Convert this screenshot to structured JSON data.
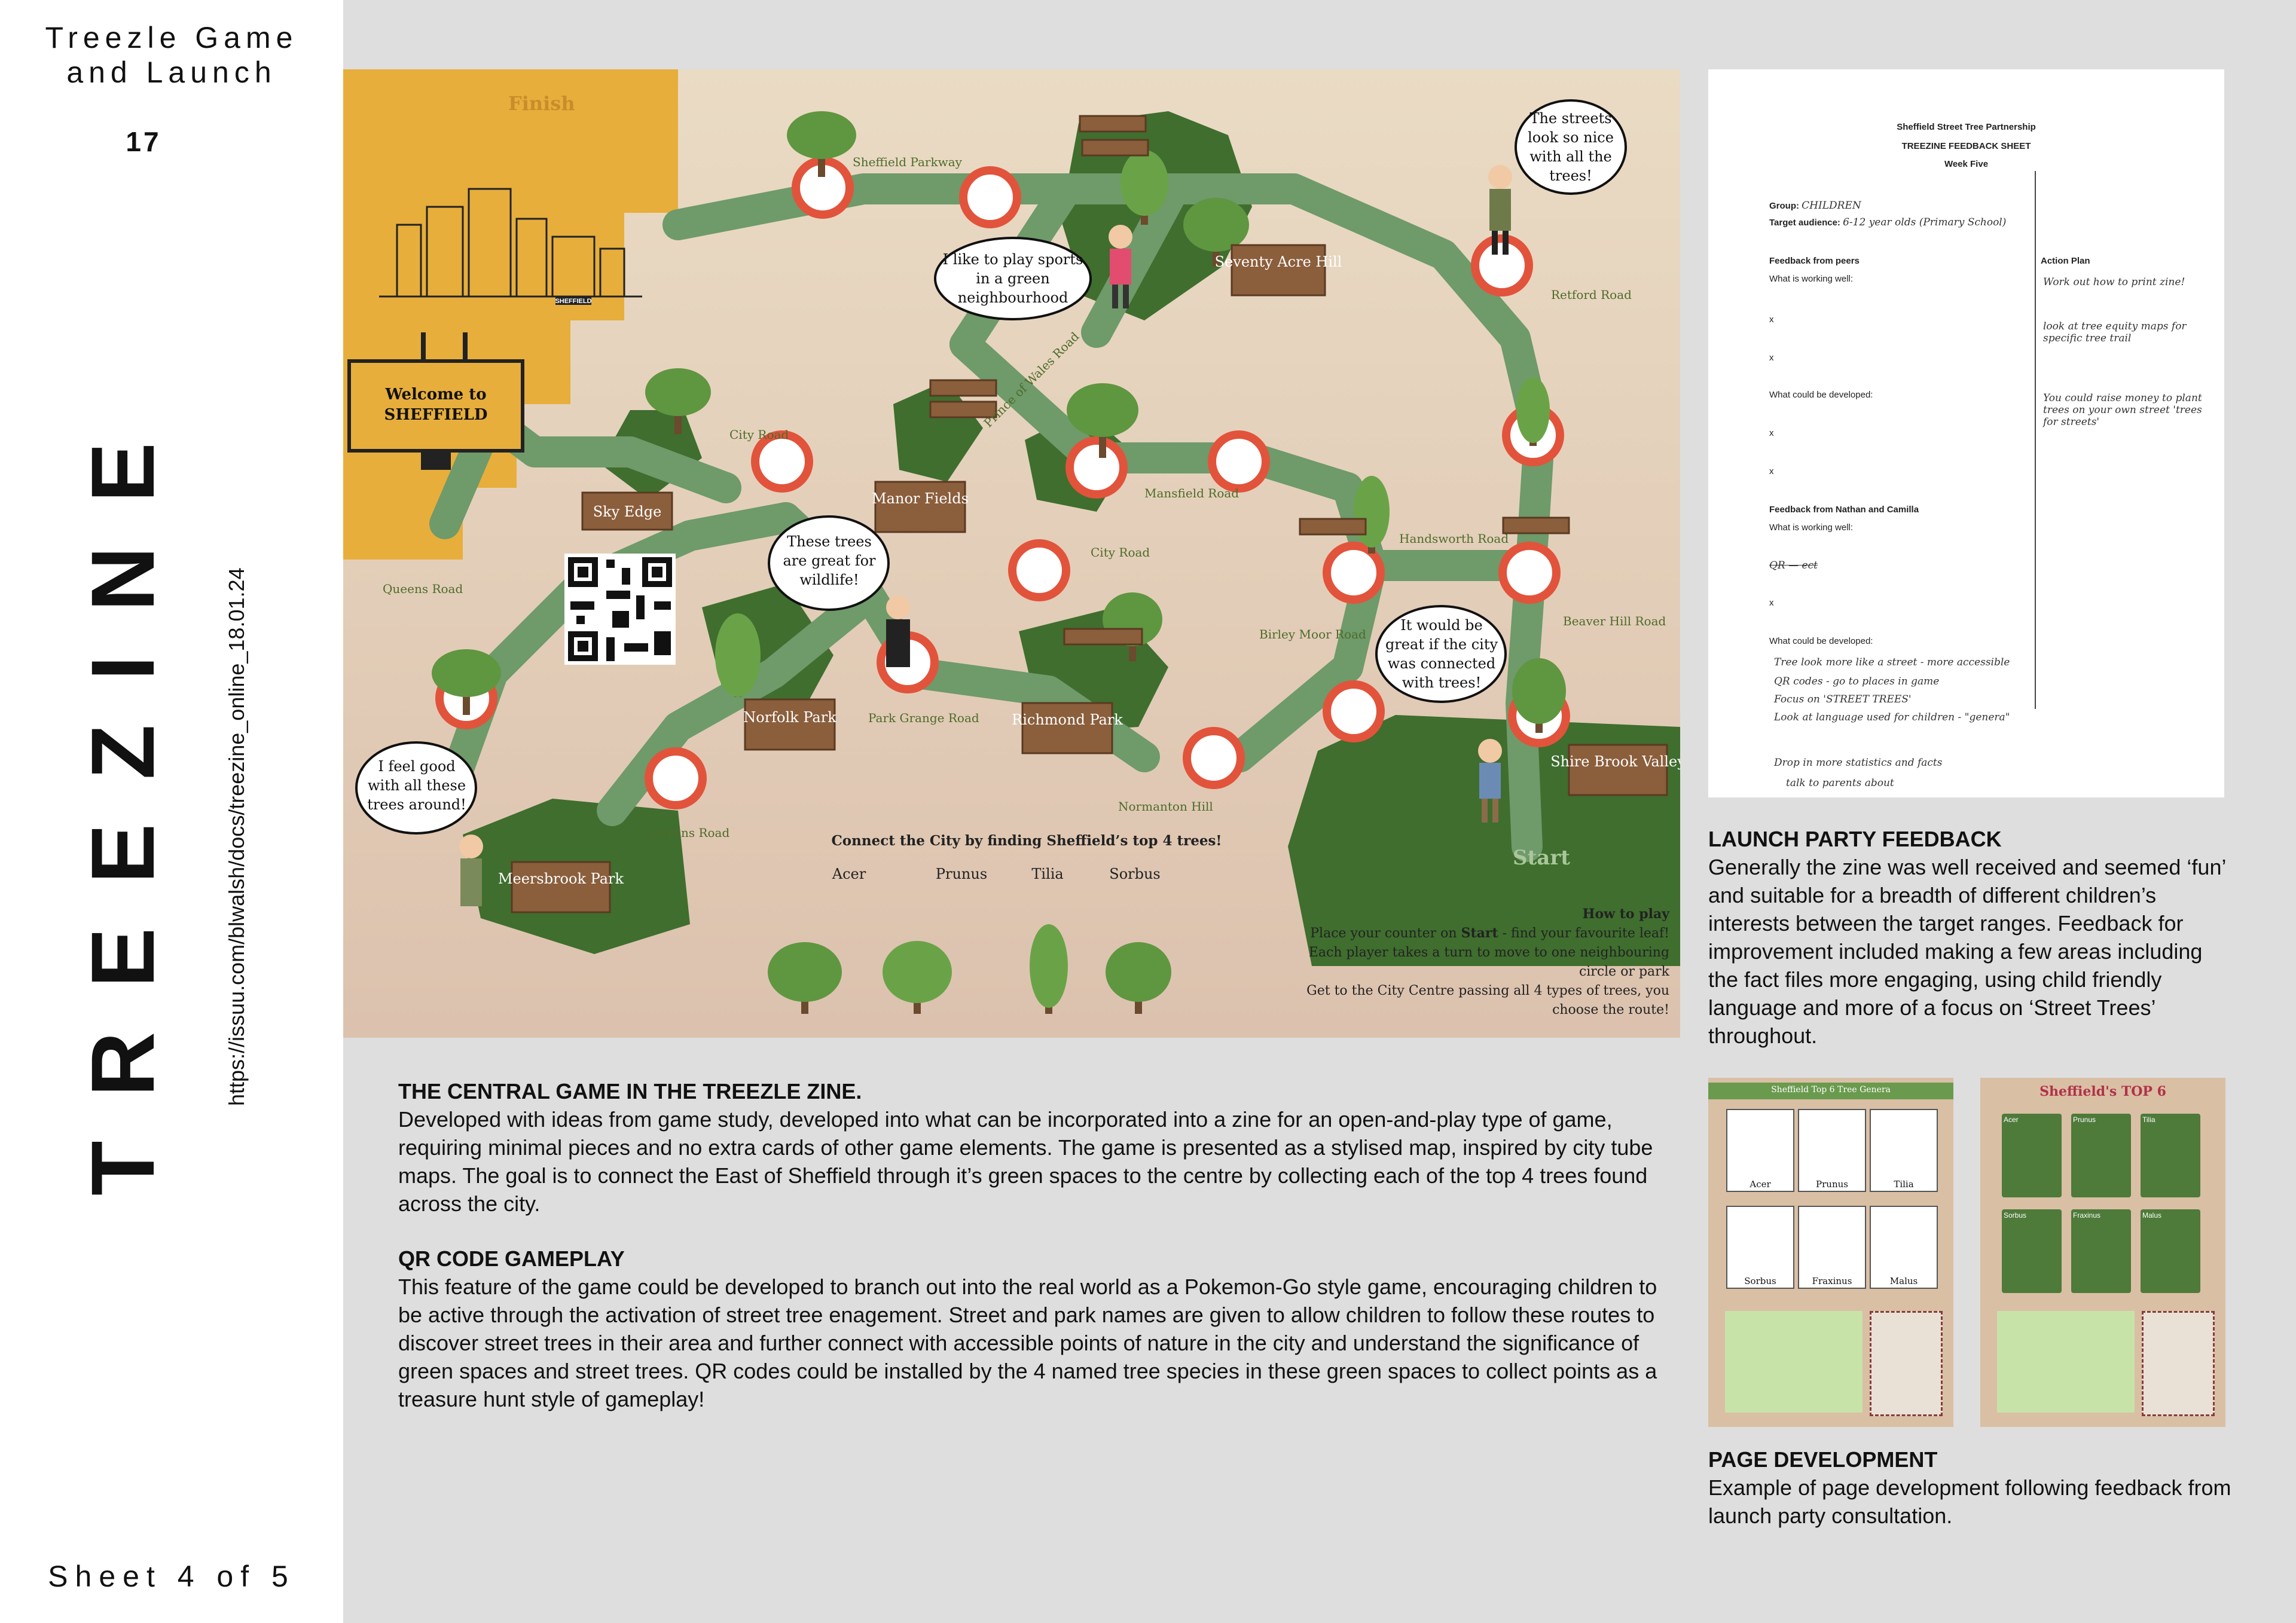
{
  "sidebar": {
    "title_line1": "Treezle Game",
    "title_line2": "and Launch",
    "page_number": "17",
    "vertical_word": "TREEZINE",
    "url": "https://issuu.com/blwalsh/docs/treezine_online_18.01.24",
    "sheet_label": "Sheet 4 of 5"
  },
  "map": {
    "finish": "Finish",
    "start": "Start",
    "welcome_line1": "Welcome to",
    "welcome_line2": "SHEFFIELD",
    "billboard_sign": "SHEFFIELD",
    "roads": [
      "Sheffield Parkway",
      "Prince of Wales Road",
      "City Road",
      "Mansfield Road",
      "City Road",
      "Handsworth Road",
      "Retford Road",
      "Beaver Hill Road",
      "Birley Moor Road",
      "Normanton Hill",
      "Park Grange Road",
      "Queens Road",
      "Queens Road"
    ],
    "parks": [
      "Sky Edge",
      "Manor Fields",
      "Seventy Acre Hill",
      "Norfolk Park",
      "Richmond Park",
      "Shire Brook Valley",
      "Meersbrook Park"
    ],
    "bubbles": [
      "The streets look so nice with all the trees!",
      "I like to play sports in a green neighbourhood",
      "These trees are great for wildlife!",
      "It would be great if the city was connected with trees!",
      "I feel good with all these trees around!"
    ],
    "connect_title": "Connect the City by finding Sheffield’s top 4 trees!",
    "trees": [
      "Acer",
      "Prunus",
      "Tilia",
      "Sorbus"
    ],
    "how_title": "How to play",
    "how_line1_pre": "Place your counter on ",
    "how_line1_bold": "Start",
    "how_line1_post": " - find your favourite leaf!",
    "how_line2": "Each player takes a turn to move to one neighbouring",
    "how_line3": "circle or park",
    "how_line4": "Get to the City Centre passing all 4 types of trees, you",
    "how_line5": "choose the route!"
  },
  "central": {
    "heading": "THE CENTRAL GAME IN THE TREEZLE ZINE",
    "body": "Developed with ideas from game study, developed into what can be incorporated into a zine for an open-and-play type of game, requiring minimal pieces and no extra cards of other game elements. The game is presented as a stylised map, inspired by city tube maps. The goal is to connect the East of Sheffield through it’s green spaces to the centre by collecting each of the top 4 trees found across the city."
  },
  "qr": {
    "heading": "QR CODE GAMEPLAY",
    "body": "This feature of the game could be developed to branch out into the real world as a Pokemon-Go style game, encouraging children to be active through the activation of street tree enagement. Street and park names are given to allow children to follow these routes to discover street trees in their area and further connect with accessible points of nature in the city and understand the significance of green spaces and street trees. QR codes could be installed by the 4 named tree species in these green spaces to collect points as a treasure hunt style of gameplay!"
  },
  "feedback_sheet": {
    "org": "Sheffield Street Tree Partnership",
    "title": "TREEZINE FEEDBACK SHEET",
    "week": "Week Five",
    "group_label": "Group:",
    "group_value": "CHILDREN",
    "audience_label": "Target audience:",
    "audience_value": "6-12 year olds (Primary School)",
    "peers": "Feedback from peers",
    "working": "What is working well:",
    "developed": "What could be developed:",
    "action": "Action Plan",
    "nathan": "Feedback from Nathan and Camilla",
    "working2": "What is working well:",
    "developed2": "What could be developed:",
    "x_mark": "x",
    "struck": "QR — ect",
    "actions": [
      "Work out how to print zine!",
      "look at tree equity maps for specific tree trail",
      "You could raise money to plant trees on your own street 'trees for streets'"
    ],
    "dev_notes": [
      "Tree look more like a street - more accessible",
      "QR codes - go to places in game",
      "Focus on 'STREET TREES'",
      "Look at language used for children - \"genera\"",
      "Drop in more statistics and facts",
      "talk to parents about"
    ]
  },
  "launch": {
    "heading": "LAUNCH PARTY FEEDBACK",
    "body": "Generally the zine was well received and seemed ‘fun’ and suitable for a breadth of different children’s interests between the target ranges. Feedback for improvement included making a few areas including the fact files more engaging, using child friendly language and more of a focus on ‘Street Trees’ throughout."
  },
  "thumbs": {
    "left_header": "Sheffield Top 6 Tree Genera",
    "left_cards": [
      "Acer",
      "Prunus",
      "Tilia",
      "Sorbus",
      "Fraxinus",
      "Malus"
    ],
    "right_header": "Sheffield's TOP 6",
    "right_cards": [
      "Acer",
      "Prunus",
      "Tilia",
      "Sorbus",
      "Fraxinus",
      "Malus"
    ]
  },
  "page_dev": {
    "heading": "PAGE DEVELOPMENT",
    "body": "Example of page development following feedback from launch party consultation."
  }
}
